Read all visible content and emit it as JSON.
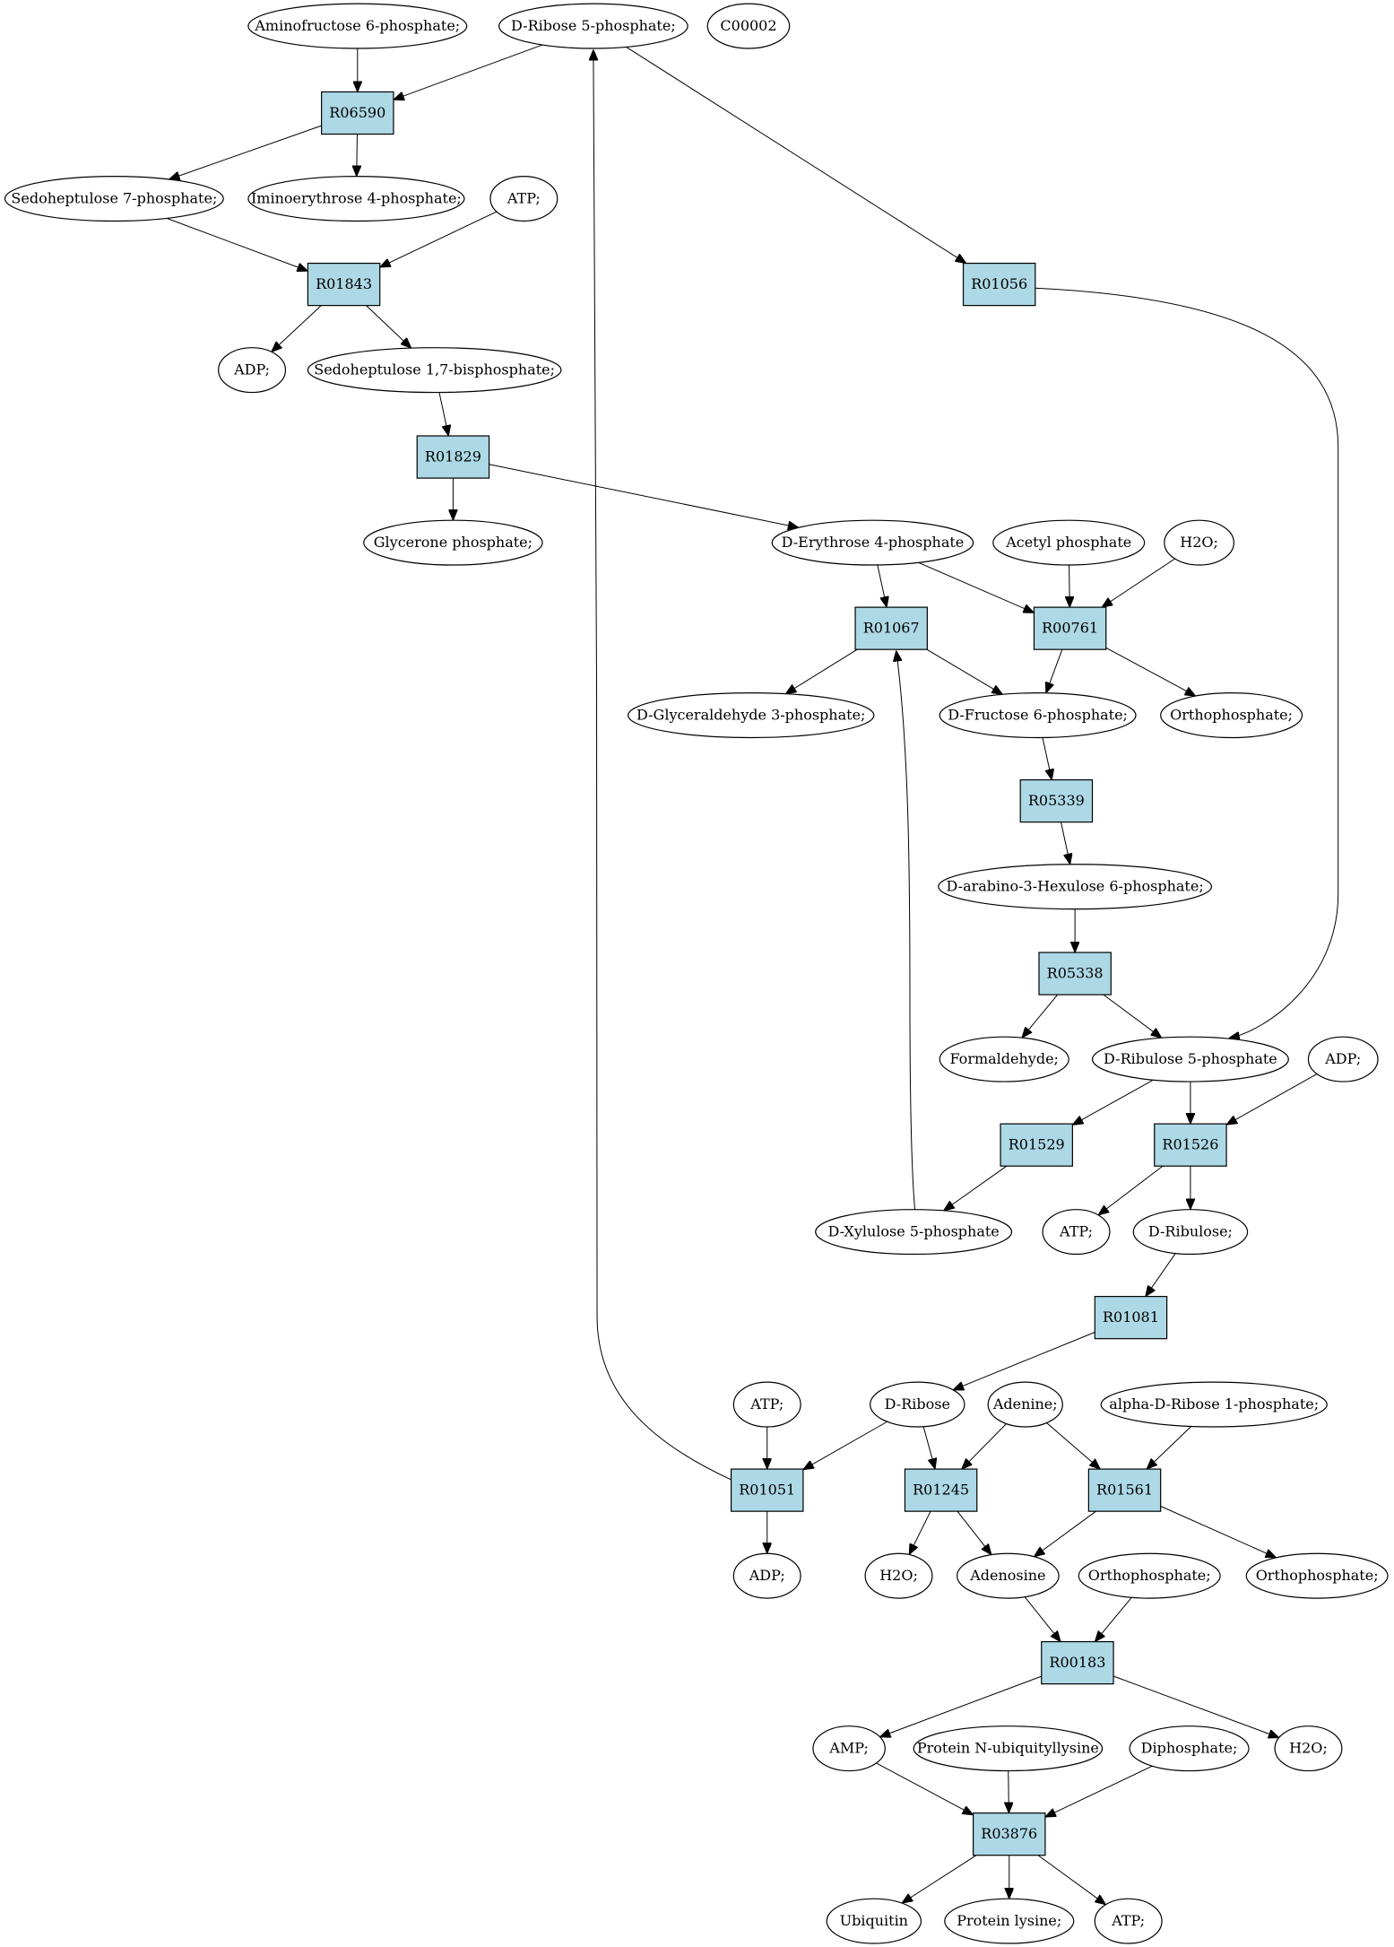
{
  "colors": {
    "reaction_fill": "#add8e6",
    "compound_fill": "#ffffff",
    "highlight_start": "#00e000",
    "highlight_query": "#ffff00",
    "stroke": "#000000"
  },
  "compounds": [
    {
      "id": "c_amino6p",
      "label": "Aminofructose 6-phosphate;"
    },
    {
      "id": "c_ribose5p",
      "label": "D-Ribose 5-phosphate;",
      "fill": "#00e000"
    },
    {
      "id": "c_c00002",
      "label": "C00002",
      "fill": "#ffff00"
    },
    {
      "id": "c_sedo7p",
      "label": "Sedoheptulose 7-phosphate;"
    },
    {
      "id": "c_imino4p",
      "label": "Iminoerythrose 4-phosphate;"
    },
    {
      "id": "c_atp1",
      "label": "ATP;"
    },
    {
      "id": "c_adp1",
      "label": "ADP;"
    },
    {
      "id": "c_sedo17bp",
      "label": "Sedoheptulose 1,7-bisphosphate;"
    },
    {
      "id": "c_glycerone",
      "label": "Glycerone phosphate;"
    },
    {
      "id": "c_erythrose4p",
      "label": "D-Erythrose 4-phosphate"
    },
    {
      "id": "c_acetylp",
      "label": "Acetyl phosphate"
    },
    {
      "id": "c_h2o1",
      "label": "H2O;"
    },
    {
      "id": "c_g3p",
      "label": "D-Glyceraldehyde 3-phosphate;"
    },
    {
      "id": "c_f6p",
      "label": "D-Fructose 6-phosphate;"
    },
    {
      "id": "c_ortho1",
      "label": "Orthophosphate;"
    },
    {
      "id": "c_hexulose6p",
      "label": "D-arabino-3-Hexulose 6-phosphate;"
    },
    {
      "id": "c_formaldehyde",
      "label": "Formaldehyde;"
    },
    {
      "id": "c_ribulose5p",
      "label": "D-Ribulose 5-phosphate"
    },
    {
      "id": "c_adp2",
      "label": "ADP;"
    },
    {
      "id": "c_xylulose5p",
      "label": "D-Xylulose 5-phosphate"
    },
    {
      "id": "c_atp2",
      "label": "ATP;"
    },
    {
      "id": "c_ribulose",
      "label": "D-Ribulose;"
    },
    {
      "id": "c_atp3",
      "label": "ATP;"
    },
    {
      "id": "c_ribose",
      "label": "D-Ribose"
    },
    {
      "id": "c_adenine",
      "label": "Adenine;"
    },
    {
      "id": "c_aribose1p",
      "label": "alpha-D-Ribose 1-phosphate;"
    },
    {
      "id": "c_adp3",
      "label": "ADP;"
    },
    {
      "id": "c_h2o2",
      "label": "H2O;"
    },
    {
      "id": "c_adenosine",
      "label": "Adenosine"
    },
    {
      "id": "c_ortho2",
      "label": "Orthophosphate;"
    },
    {
      "id": "c_ortho3",
      "label": "Orthophosphate;"
    },
    {
      "id": "c_amp",
      "label": "AMP;"
    },
    {
      "id": "c_protubiq",
      "label": "Protein N-ubiquityllysine"
    },
    {
      "id": "c_diphos",
      "label": "Diphosphate;"
    },
    {
      "id": "c_h2o3",
      "label": "H2O;"
    },
    {
      "id": "c_ubiquitin",
      "label": "Ubiquitin"
    },
    {
      "id": "c_protlys",
      "label": "Protein lysine;"
    },
    {
      "id": "c_atp4",
      "label": "ATP;"
    }
  ],
  "reactions": [
    {
      "id": "r_R06590",
      "label": "R06590"
    },
    {
      "id": "r_R01843",
      "label": "R01843"
    },
    {
      "id": "r_R01056",
      "label": "R01056"
    },
    {
      "id": "r_R01829",
      "label": "R01829"
    },
    {
      "id": "r_R01067",
      "label": "R01067"
    },
    {
      "id": "r_R00761",
      "label": "R00761"
    },
    {
      "id": "r_R05339",
      "label": "R05339"
    },
    {
      "id": "r_R05338",
      "label": "R05338"
    },
    {
      "id": "r_R01529",
      "label": "R01529"
    },
    {
      "id": "r_R01526",
      "label": "R01526"
    },
    {
      "id": "r_R01081",
      "label": "R01081"
    },
    {
      "id": "r_R01051",
      "label": "R01051"
    },
    {
      "id": "r_R01245",
      "label": "R01245"
    },
    {
      "id": "r_R01561",
      "label": "R01561"
    },
    {
      "id": "r_R00183",
      "label": "R00183"
    },
    {
      "id": "r_R03876",
      "label": "R03876"
    }
  ],
  "edges": [
    {
      "from": "c_amino6p",
      "to": "r_R06590"
    },
    {
      "from": "c_ribose5p",
      "to": "r_R06590"
    },
    {
      "from": "c_ribose5p",
      "to": "r_R01056"
    },
    {
      "from": "r_R06590",
      "to": "c_sedo7p"
    },
    {
      "from": "r_R06590",
      "to": "c_imino4p"
    },
    {
      "from": "c_sedo7p",
      "to": "r_R01843"
    },
    {
      "from": "c_atp1",
      "to": "r_R01843"
    },
    {
      "from": "r_R01843",
      "to": "c_adp1"
    },
    {
      "from": "r_R01843",
      "to": "c_sedo17bp"
    },
    {
      "from": "c_sedo17bp",
      "to": "r_R01829"
    },
    {
      "from": "r_R01829",
      "to": "c_glycerone"
    },
    {
      "from": "r_R01829",
      "to": "c_erythrose4p"
    },
    {
      "from": "c_erythrose4p",
      "to": "r_R01067"
    },
    {
      "from": "c_erythrose4p",
      "to": "r_R00761"
    },
    {
      "from": "c_acetylp",
      "to": "r_R00761"
    },
    {
      "from": "c_h2o1",
      "to": "r_R00761"
    },
    {
      "from": "r_R01067",
      "to": "c_g3p"
    },
    {
      "from": "r_R01067",
      "to": "c_f6p"
    },
    {
      "from": "r_R00761",
      "to": "c_f6p"
    },
    {
      "from": "r_R00761",
      "to": "c_ortho1"
    },
    {
      "from": "c_f6p",
      "to": "r_R05339"
    },
    {
      "from": "r_R05339",
      "to": "c_hexulose6p"
    },
    {
      "from": "c_hexulose6p",
      "to": "r_R05338"
    },
    {
      "from": "r_R05338",
      "to": "c_formaldehyde"
    },
    {
      "from": "r_R05338",
      "to": "c_ribulose5p"
    },
    {
      "from": "r_R01056",
      "to": "c_ribulose5p"
    },
    {
      "from": "c_ribulose5p",
      "to": "r_R01529"
    },
    {
      "from": "c_ribulose5p",
      "to": "r_R01526"
    },
    {
      "from": "c_adp2",
      "to": "r_R01526"
    },
    {
      "from": "r_R01529",
      "to": "c_xylulose5p"
    },
    {
      "from": "c_xylulose5p",
      "to": "r_R01067"
    },
    {
      "from": "r_R01526",
      "to": "c_atp2"
    },
    {
      "from": "r_R01526",
      "to": "c_ribulose"
    },
    {
      "from": "c_ribulose",
      "to": "r_R01081"
    },
    {
      "from": "r_R01081",
      "to": "c_ribose"
    },
    {
      "from": "c_atp3",
      "to": "r_R01051"
    },
    {
      "from": "c_ribose",
      "to": "r_R01051"
    },
    {
      "from": "c_ribose",
      "to": "r_R01245"
    },
    {
      "from": "c_adenine",
      "to": "r_R01245"
    },
    {
      "from": "c_adenine",
      "to": "r_R01561"
    },
    {
      "from": "c_aribose1p",
      "to": "r_R01561"
    },
    {
      "from": "r_R01051",
      "to": "c_adp3"
    },
    {
      "from": "r_R01051",
      "to": "c_ribose5p"
    },
    {
      "from": "r_R01245",
      "to": "c_h2o2"
    },
    {
      "from": "r_R01245",
      "to": "c_adenosine"
    },
    {
      "from": "r_R01561",
      "to": "c_adenosine"
    },
    {
      "from": "r_R01561",
      "to": "c_ortho3"
    },
    {
      "from": "c_adenosine",
      "to": "r_R00183"
    },
    {
      "from": "c_ortho2",
      "to": "r_R00183"
    },
    {
      "from": "r_R00183",
      "to": "c_amp"
    },
    {
      "from": "r_R00183",
      "to": "c_h2o3"
    },
    {
      "from": "c_amp",
      "to": "r_R03876"
    },
    {
      "from": "c_protubiq",
      "to": "r_R03876"
    },
    {
      "from": "c_diphos",
      "to": "r_R03876"
    },
    {
      "from": "r_R03876",
      "to": "c_ubiquitin"
    },
    {
      "from": "r_R03876",
      "to": "c_protlys"
    },
    {
      "from": "r_R03876",
      "to": "c_atp4"
    }
  ]
}
